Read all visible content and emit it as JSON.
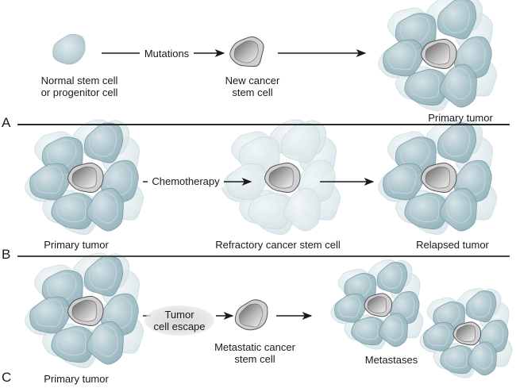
{
  "figure": {
    "panels": [
      {
        "letter": "A",
        "labels": {
          "normal_cell": [
            "Normal stem cell",
            "or progenitor cell"
          ],
          "arrow1": "Mutations",
          "cancer_cell": [
            "New cancer",
            "stem cell"
          ],
          "tumor": "Primary tumor"
        }
      },
      {
        "letter": "B",
        "labels": {
          "primary": "Primary tumor",
          "arrow1": "Chemotherapy",
          "refractory": "Refractory cancer stem cell",
          "relapsed": "Relapsed tumor"
        }
      },
      {
        "letter": "C",
        "labels": {
          "primary": "Primary tumor",
          "escape": [
            "Tumor",
            "cell escape"
          ],
          "metastatic": [
            "Metastatic cancer",
            "stem cell"
          ],
          "metastases": "Metastases"
        }
      }
    ],
    "colors": {
      "normal_cell": "#b9ccd2",
      "tumor_cell": "#a9c3ca",
      "tumor_cell_edge": "#7d9ea8",
      "faded_cell": "#dfe9ec",
      "stem_cell_ring": "#cfcfcf",
      "stem_cell_core_dark": "#6e6e6e",
      "stem_cell_core_light": "#f2f2f2",
      "line": "#1a1a1a"
    }
  }
}
